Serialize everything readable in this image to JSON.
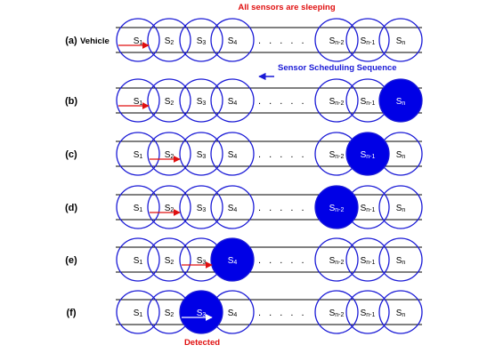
{
  "title": "All sensors are sleeping",
  "sequence_label": "Sensor Scheduling Sequence",
  "vehicle_label": "Vehicle",
  "detected_label": "Detected",
  "ellipsis": ". . . . .",
  "colors": {
    "circle": "#1a1ad6",
    "active_fill": "#0000e6",
    "arrow": "#e01010",
    "title": "#e01010",
    "sequence": "#1a1ad6",
    "line": "#000000",
    "active_text": "#ffffff",
    "text": "#000000"
  },
  "sensors": [
    {
      "id": "s1",
      "base": "S",
      "sub": "1"
    },
    {
      "id": "s2",
      "base": "S",
      "sub": "2"
    },
    {
      "id": "s3",
      "base": "S",
      "sub": "3"
    },
    {
      "id": "s4",
      "base": "S",
      "sub": "4"
    },
    {
      "id": "sn-2",
      "base": "S",
      "sub": "n-2"
    },
    {
      "id": "sn-1",
      "base": "S",
      "sub": "n-1"
    },
    {
      "id": "sn",
      "base": "S",
      "sub": "n"
    }
  ],
  "rows": [
    {
      "label": "(a)",
      "active": null,
      "vehicle_sensor": 0,
      "show_vehicle_label": true,
      "detected": false
    },
    {
      "label": "(b)",
      "active": 6,
      "vehicle_sensor": 0,
      "show_vehicle_label": false,
      "detected": false
    },
    {
      "label": "(c)",
      "active": 5,
      "vehicle_sensor": 1,
      "show_vehicle_label": false,
      "detected": false
    },
    {
      "label": "(d)",
      "active": 4,
      "vehicle_sensor": 1,
      "show_vehicle_label": false,
      "detected": false
    },
    {
      "label": "(e)",
      "active": 3,
      "vehicle_sensor": 2,
      "show_vehicle_label": false,
      "detected": false
    },
    {
      "label": "(f)",
      "active": 2,
      "vehicle_sensor": 2,
      "show_vehicle_label": false,
      "detected": true
    }
  ]
}
